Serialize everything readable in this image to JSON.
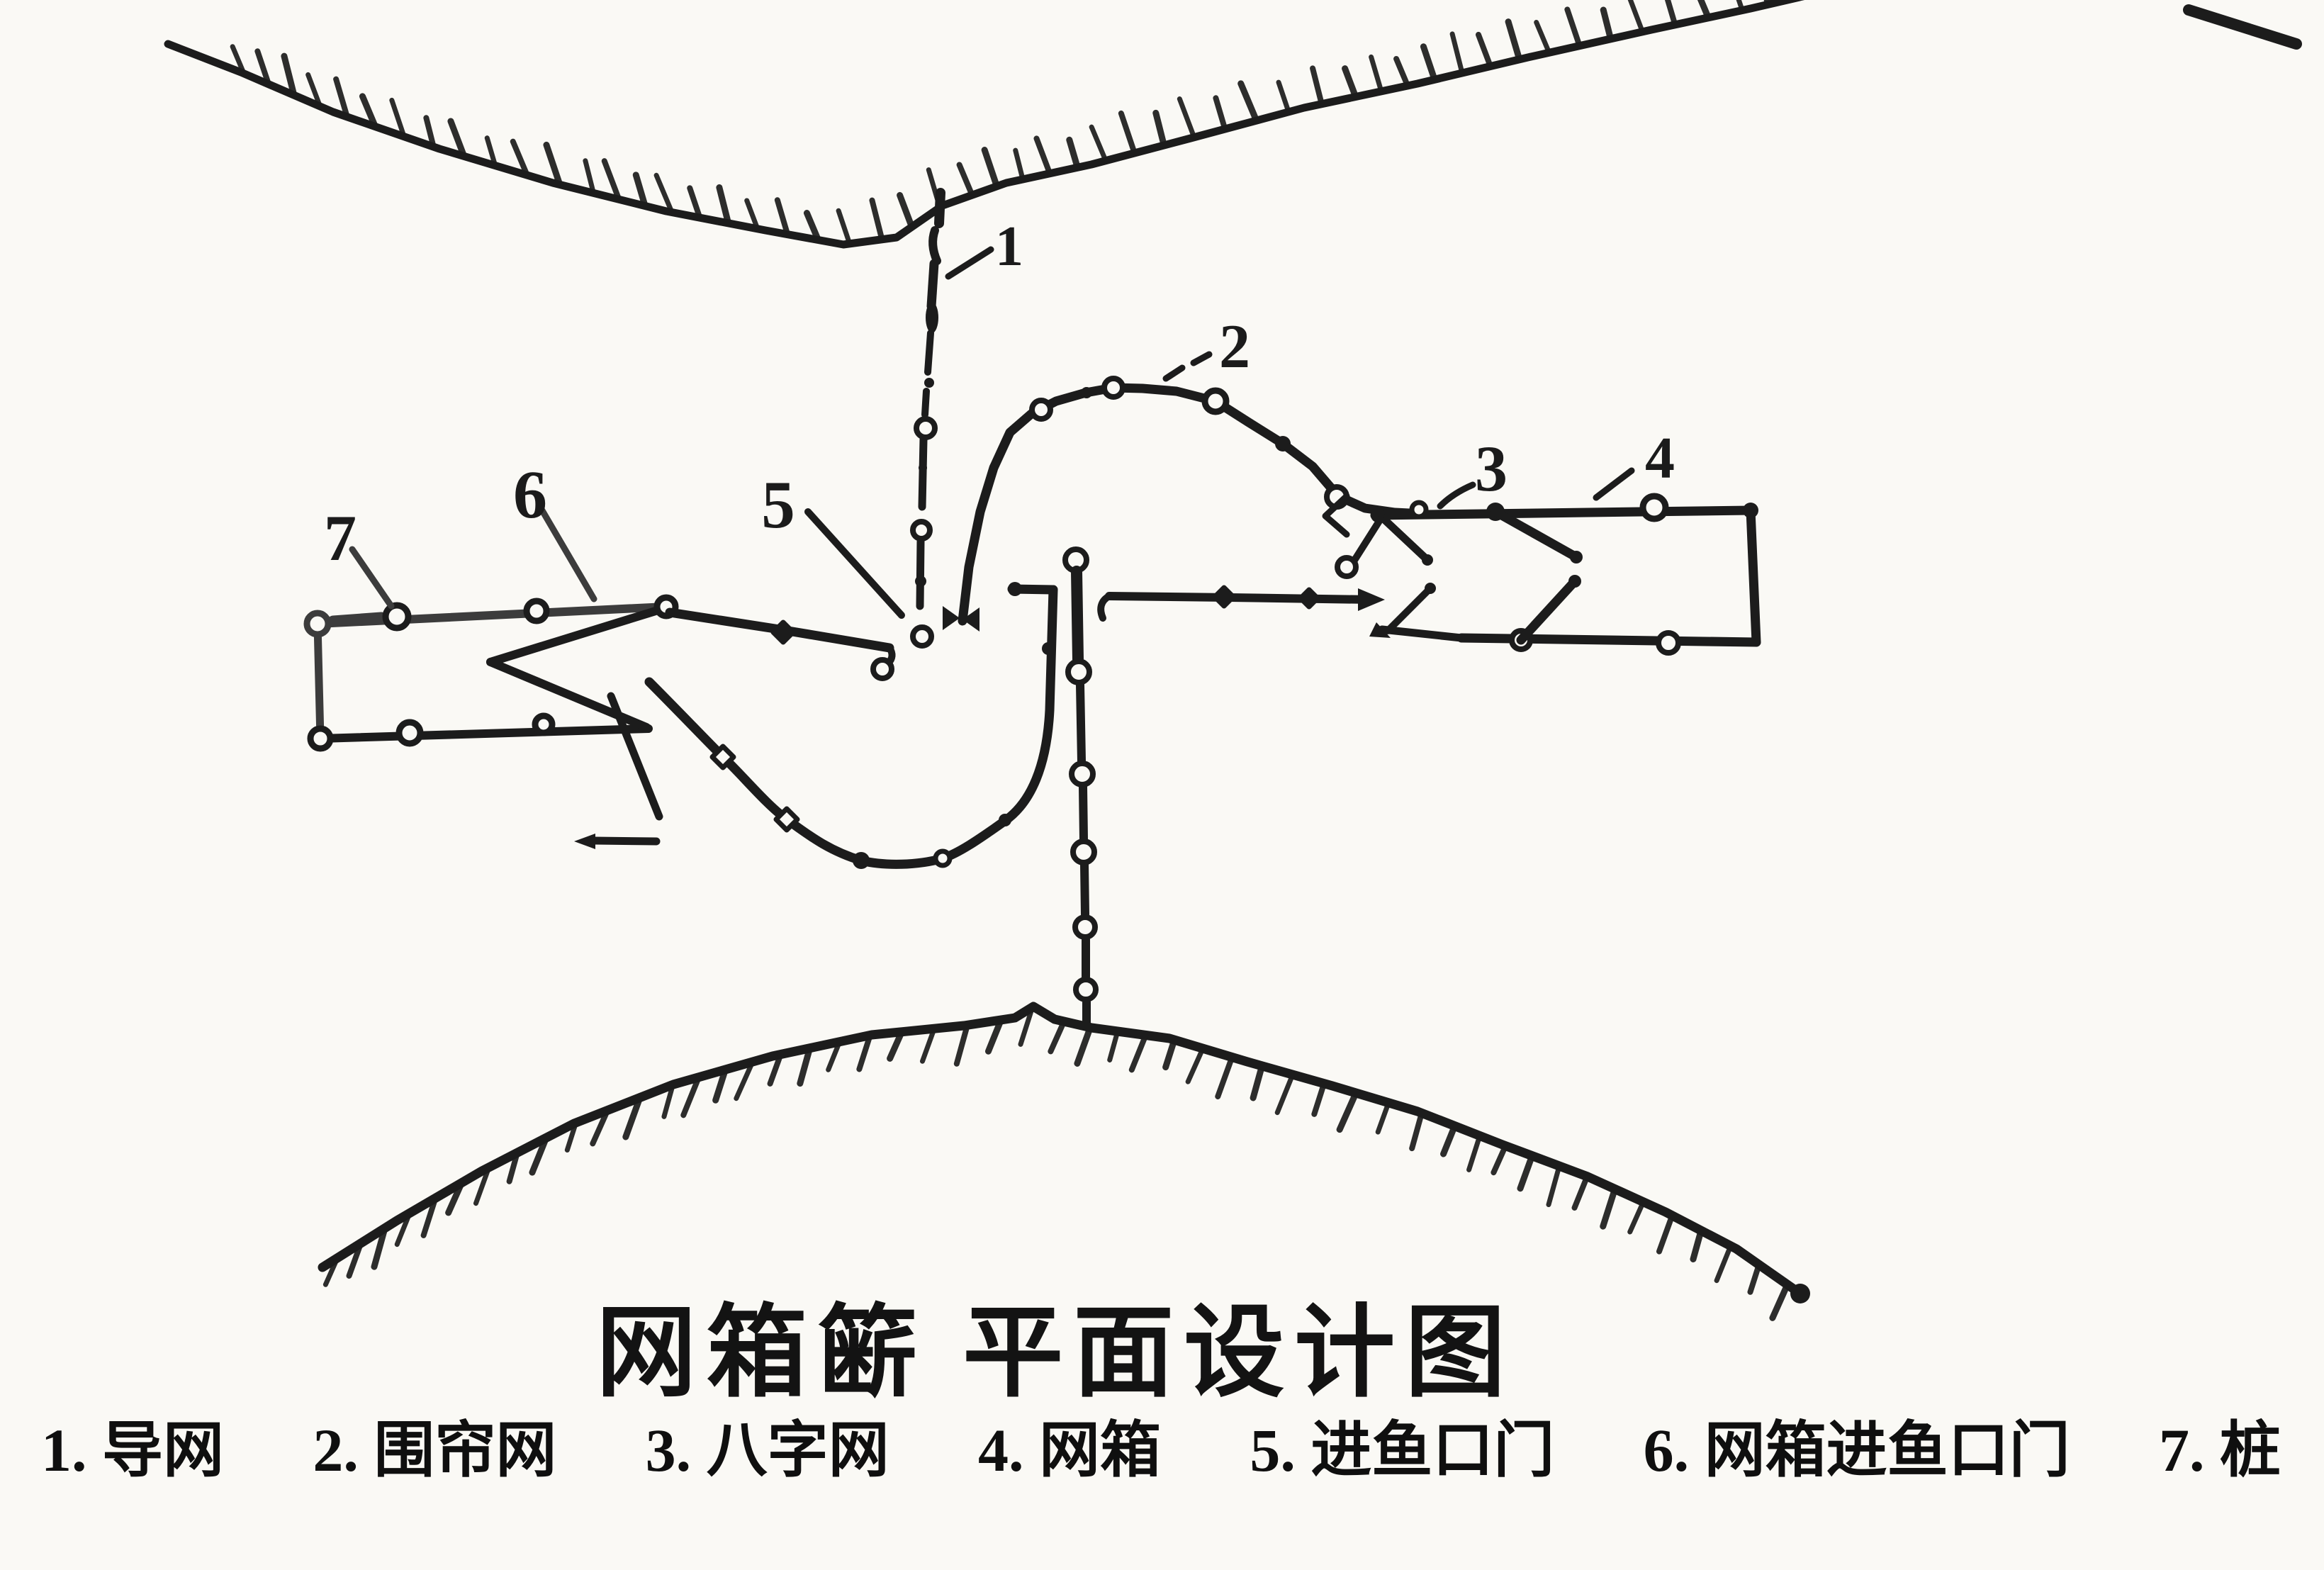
{
  "title": {
    "text": "网箱簖 平面设计图"
  },
  "legend": {
    "items": [
      {
        "text": "1. 导网"
      },
      {
        "text": "2. 围帘网"
      },
      {
        "text": "3. 八字网"
      },
      {
        "text": "4. 网箱"
      },
      {
        "text": "5. 进鱼口门"
      },
      {
        "text": "6. 网箱进鱼口门"
      },
      {
        "text": "7. 桩"
      }
    ]
  },
  "diagram": {
    "labels": {
      "n1": "1",
      "n2": "2",
      "n3": "3",
      "n4": "4",
      "n5": "5",
      "n6": "6",
      "n7": "7"
    }
  },
  "colors": {
    "paper": "#faf9f5",
    "ink": "#1c1c1c",
    "pencil": "#3c3c3c"
  }
}
